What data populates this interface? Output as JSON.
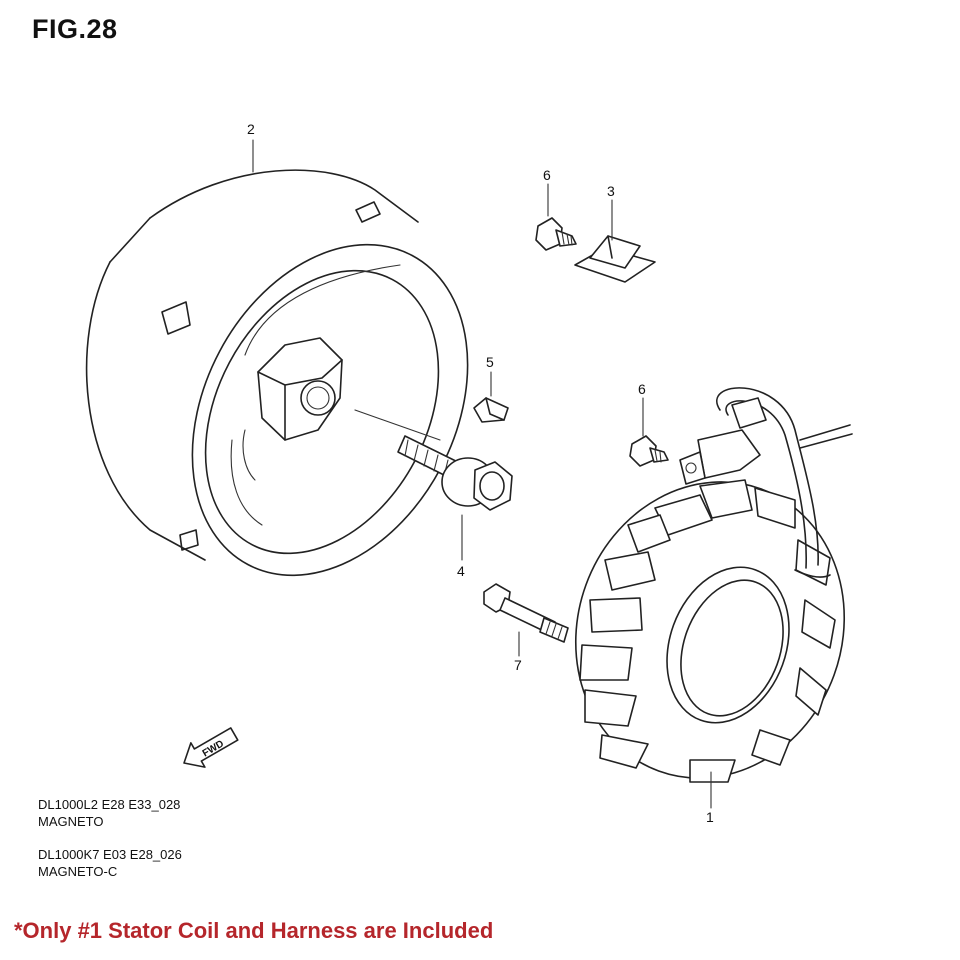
{
  "figure": {
    "title": "FIG.28"
  },
  "callouts": [
    {
      "number": "2",
      "part": "rotor"
    },
    {
      "number": "6",
      "part": "screw-upper"
    },
    {
      "number": "3",
      "part": "bracket"
    },
    {
      "number": "5",
      "part": "key"
    },
    {
      "number": "6",
      "part": "screw-lower"
    },
    {
      "number": "4",
      "part": "rotor-bolt"
    },
    {
      "number": "7",
      "part": "stator-bolt"
    },
    {
      "number": "1",
      "part": "stator-coil"
    }
  ],
  "fwd_arrow_label": "FWD",
  "references": [
    {
      "code": "DL1000L2 E28 E33_028",
      "name": "MAGNETO"
    },
    {
      "code": "DL1000K7 E03 E28_026",
      "name": "MAGNETO-C"
    }
  ],
  "note": "*Only #1 Stator Coil and Harness are Included",
  "colors": {
    "note_text": "#b5262b",
    "line_art": "#222222"
  }
}
